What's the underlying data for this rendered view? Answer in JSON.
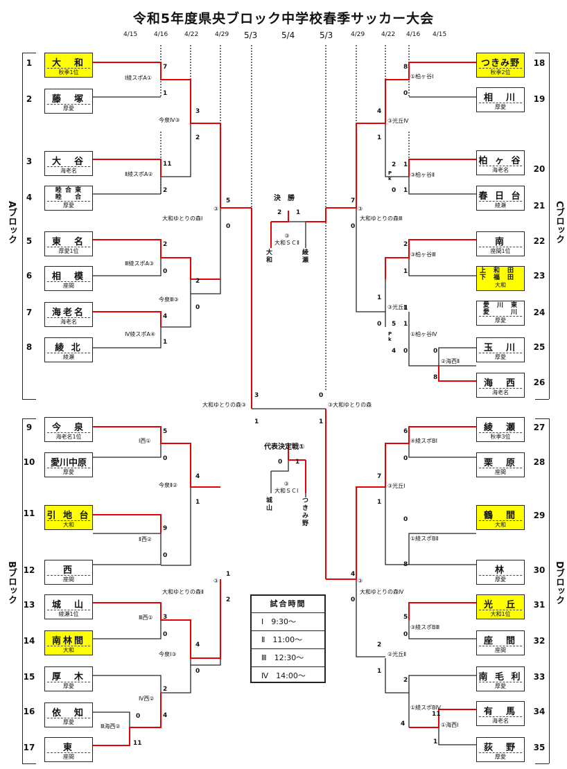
{
  "title": "令和5年度県央ブロック中学校春季サッカー大会",
  "dates": {
    "l415": "4/15",
    "l416": "4/16",
    "l422": "4/22",
    "l429": "4/29",
    "l53": "5/3",
    "c54": "5/4",
    "r53": "5/3",
    "r429": "4/29",
    "r422": "4/22",
    "r416": "4/16",
    "r415": "4/15"
  },
  "blocks": {
    "a": "Aブロック",
    "b": "Bブロック",
    "c": "Cブロック",
    "d": "Dブロック"
  },
  "teams": [
    {
      "no": "1",
      "name": "大　和",
      "sub": "秋季1位",
      "hl": true
    },
    {
      "no": "2",
      "name": "藤　塚",
      "sub": "厚愛",
      "hl": false
    },
    {
      "no": "3",
      "name": "大　谷",
      "sub": "海老名",
      "hl": false
    },
    {
      "no": "4",
      "name": "睦 合 東\n睦 　 合",
      "sub": "厚愛",
      "hl": false,
      "small": true
    },
    {
      "no": "5",
      "name": "東　名",
      "sub": "厚愛1位",
      "hl": false
    },
    {
      "no": "6",
      "name": "相　模",
      "sub": "座間",
      "hl": false
    },
    {
      "no": "7",
      "name": "海老名",
      "sub": "海老名",
      "hl": false
    },
    {
      "no": "8",
      "name": "綾 北",
      "sub": "綾瀬",
      "hl": false
    },
    {
      "no": "9",
      "name": "今　泉",
      "sub": "海老名1位",
      "hl": false
    },
    {
      "no": "10",
      "name": "愛川中原",
      "sub": "厚愛",
      "hl": false
    },
    {
      "no": "11",
      "name": "引 地 台",
      "sub": "大和",
      "hl": true
    },
    {
      "no": "12",
      "name": "西",
      "sub": "座間",
      "hl": false
    },
    {
      "no": "13",
      "name": "城　山",
      "sub": "綾瀬1位",
      "hl": false
    },
    {
      "no": "14",
      "name": "南林間",
      "sub": "大和",
      "hl": true
    },
    {
      "no": "15",
      "name": "厚　木",
      "sub": "厚愛",
      "hl": false
    },
    {
      "no": "16",
      "name": "依　知",
      "sub": "厚愛",
      "hl": false
    },
    {
      "no": "17",
      "name": "東",
      "sub": "座間",
      "hl": false
    },
    {
      "no": "18",
      "name": "つきみ野",
      "sub": "秋季2位",
      "hl": true
    },
    {
      "no": "19",
      "name": "相　川",
      "sub": "厚愛",
      "hl": false
    },
    {
      "no": "20",
      "name": "柏 ヶ 谷",
      "sub": "海老名",
      "hl": false
    },
    {
      "no": "21",
      "name": "春 日 台",
      "sub": "綾瀬",
      "hl": false
    },
    {
      "no": "22",
      "name": "南",
      "sub": "座間1位",
      "hl": false
    },
    {
      "no": "23",
      "name": "上　和　田\n下　福　田",
      "sub": "大和",
      "hl": true,
      "small": true
    },
    {
      "no": "24",
      "name": "愛　川　東\n愛　　　川",
      "sub": "厚愛",
      "hl": false,
      "small": true
    },
    {
      "no": "25",
      "name": "玉　川",
      "sub": "厚愛",
      "hl": false
    },
    {
      "no": "26",
      "name": "海　西",
      "sub": "海老名",
      "hl": false
    },
    {
      "no": "27",
      "name": "綾　瀬",
      "sub": "秋季3位",
      "hl": false
    },
    {
      "no": "28",
      "name": "栗　原",
      "sub": "座間",
      "hl": false
    },
    {
      "no": "29",
      "name": "鶴　間",
      "sub": "大和",
      "hl": true
    },
    {
      "no": "30",
      "name": "林",
      "sub": "厚愛",
      "hl": false
    },
    {
      "no": "31",
      "name": "光　丘",
      "sub": "大和1位",
      "hl": true
    },
    {
      "no": "32",
      "name": "座　間",
      "sub": "座間",
      "hl": false
    },
    {
      "no": "33",
      "name": "南 毛 利",
      "sub": "厚愛",
      "hl": false
    },
    {
      "no": "34",
      "name": "有　馬",
      "sub": "海老名",
      "hl": false
    },
    {
      "no": "35",
      "name": "荻　野",
      "sub": "厚愛",
      "hl": false
    }
  ],
  "venues": {
    "v1": "Ⅰ綾スポA①",
    "v2": "Ⅱ綾スポA②",
    "v3": "Ⅲ綾スポA③",
    "v4": "Ⅳ綾スポA④",
    "v5": "今泉Ⅳ③",
    "v6": "今泉Ⅲ③",
    "v7": "大和ゆとりの森Ⅰ",
    "v8": "③",
    "v9": "Ⅰ西①",
    "v10": "Ⅱ西②",
    "v11": "Ⅲ西①",
    "v12": "Ⅳ西②",
    "v13": "Ⅲ海西②",
    "v14": "今泉Ⅱ②",
    "v15": "今泉Ⅰ③",
    "v16": "大和ゆとりの森Ⅱ",
    "v17": "③",
    "v18": "大和ゆとりの森③",
    "v19": "①柏ヶ谷Ⅰ",
    "v20": "③柏ヶ谷Ⅱ",
    "v21": "③光丘Ⅳ",
    "v22": "③柏ヶ谷Ⅲ",
    "v23": "③光丘Ⅲ",
    "v24": "①柏ヶ谷Ⅳ",
    "v25": "②海西Ⅱ",
    "v26": "大和ゆとりの森Ⅲ",
    "v27": "③",
    "v28": "③大和ゆとりの森",
    "v29": "④綾スポBⅠ",
    "v30": "③光丘Ⅰ",
    "v31": "①綾スポBⅡ",
    "v32": "③綾スポBⅢ",
    "v33": "②光丘Ⅱ",
    "v34": "①綾スポBⅣ",
    "v35": "①海西Ⅰ",
    "v36": "大和ゆとりの森Ⅳ",
    "v37": "③"
  },
  "scores": {
    "s1": "7",
    "s2": "1",
    "s3": "11",
    "s4": "2",
    "s5": "2",
    "s6": "0",
    "s7": "4",
    "s8": "1",
    "s9": "3",
    "s10": "2",
    "s11": "2",
    "s12": "0",
    "s13": "5",
    "s14": "0",
    "s15": "3",
    "s16": "0",
    "s17": "5",
    "s18": "0",
    "s19": "9",
    "s20": "0",
    "s21": "3",
    "s22": "0",
    "s23": "2",
    "s24": "4",
    "s25": "0",
    "s26": "11",
    "s27": "4",
    "s28": "1",
    "s29": "4",
    "s30": "0",
    "s31": "1",
    "s32": "2",
    "s33": "1",
    "s34": "1",
    "s35": "8",
    "s36": "0",
    "s37": "2",
    "s38": "1",
    "s39": "0",
    "s40": "1",
    "s41": "2",
    "s42": "1",
    "s43": "5",
    "s44": "4",
    "s45": "1",
    "s46": "0",
    "s47": "8",
    "s48": "4",
    "s49": "1",
    "s50": "1",
    "s51": "0",
    "s52": "7",
    "s53": "0",
    "s54": "0",
    "s55": "1",
    "s56": "6",
    "s57": "0",
    "s58": "0",
    "s59": "8",
    "s60": "5",
    "s61": "0",
    "s62": "2",
    "s63": "11",
    "s64": "1",
    "s65": "4",
    "s66": "7",
    "s67": "1",
    "s68": "2",
    "s69": "1",
    "s70": "4",
    "s71": "0",
    "pk1": "P\nk",
    "pk2": "P\nk"
  },
  "final1": {
    "title": "決　勝",
    "left": "2",
    "right": "1",
    "venue": "③\n大和ＳＣⅡ",
    "lteam": "大\n和",
    "rteam": "綾\n瀬"
  },
  "final2": {
    "title": "代表決定戦①",
    "left": "0",
    "right": "1",
    "venue": "③\n大和ＳＣⅠ",
    "lteam": "城\n山",
    "rteam": "つ\nき\nみ\n野"
  },
  "times": {
    "head": "試合時間",
    "r1": "Ⅰ　9:30～",
    "r2": "Ⅱ　11:00～",
    "r3": "Ⅲ　12:30～",
    "r4": "Ⅳ　14:00～"
  },
  "colors": {
    "win": "#e60000",
    "line": "#222222",
    "highlight": "#ffff00"
  }
}
